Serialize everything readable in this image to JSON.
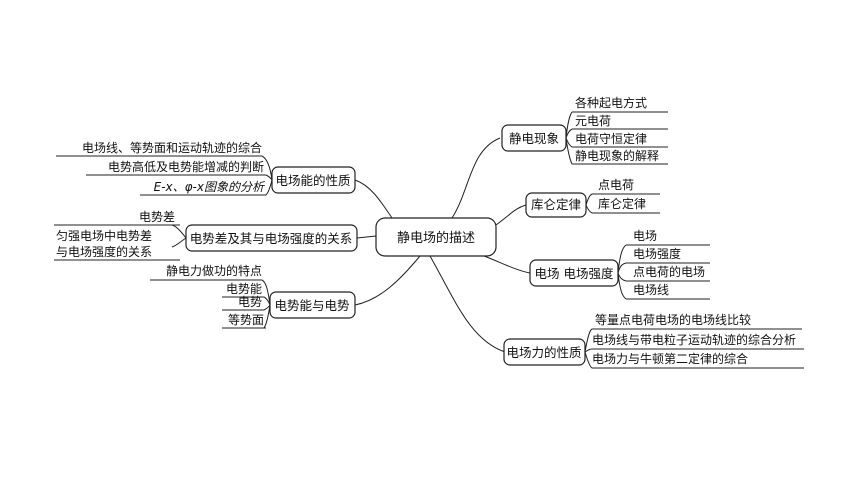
{
  "center": "静电场的描述",
  "right": {
    "branch1": {
      "label": "静电现象",
      "items": [
        "各种起电方式",
        "元电荷",
        "电荷守恒定律",
        "静电现象的解释"
      ]
    },
    "branch2": {
      "label": "库仑定律",
      "items": [
        "点电荷",
        "库仑定律"
      ]
    },
    "branch3": {
      "label": "电场 电场强度",
      "items": [
        "电场",
        "电场强度",
        "点电荷的电场",
        "电场线"
      ]
    },
    "branch4": {
      "label": "电场力的性质",
      "items": [
        "等量点电荷电场的电场线比较",
        "电场线与带电粒子运动轨迹的综合分析",
        "电场力与牛顿第二定律的综合"
      ]
    }
  },
  "left": {
    "branch1": {
      "label": "电场能的性质",
      "items": [
        "电场线、等势面和运动轨迹的综合",
        "电势高低及电势能增减的判断",
        "E-x、φ-x图象的分析"
      ]
    },
    "branch2": {
      "label": "电势差及其与电场强度的关系",
      "items": [
        "电势差",
        "匀强电场中电势差",
        "与电场强度的关系"
      ]
    },
    "branch3": {
      "label": "电势能与电势",
      "items": [
        "静电力做功的特点",
        "电势能",
        "电势",
        "等势面"
      ]
    }
  }
}
